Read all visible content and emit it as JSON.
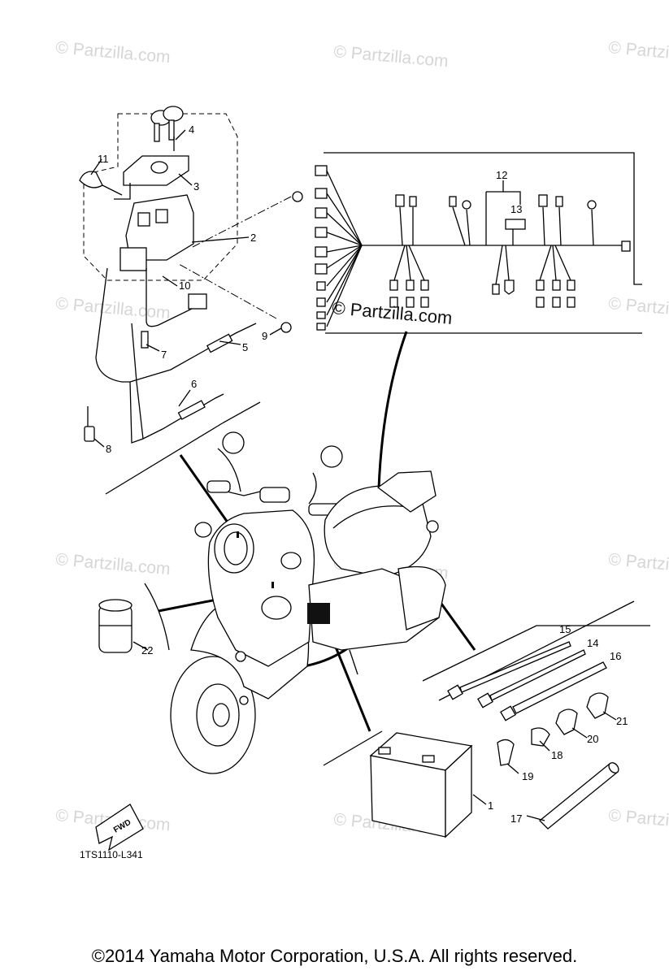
{
  "diagram": {
    "diagram_code": "1TS1110-L341",
    "fwd_label": "FWD",
    "copyright": "©2014  Yamaha Motor Corporation, U.S.A. All rights reserved.",
    "watermark": "© Partzilla.com",
    "inset_watermark": "© Partzilla.com",
    "callouts": [
      "1",
      "2",
      "3",
      "4",
      "5",
      "6",
      "7",
      "8",
      "9",
      "10",
      "11",
      "12",
      "13",
      "14",
      "15",
      "16",
      "17",
      "18",
      "19",
      "20",
      "21",
      "22"
    ]
  }
}
